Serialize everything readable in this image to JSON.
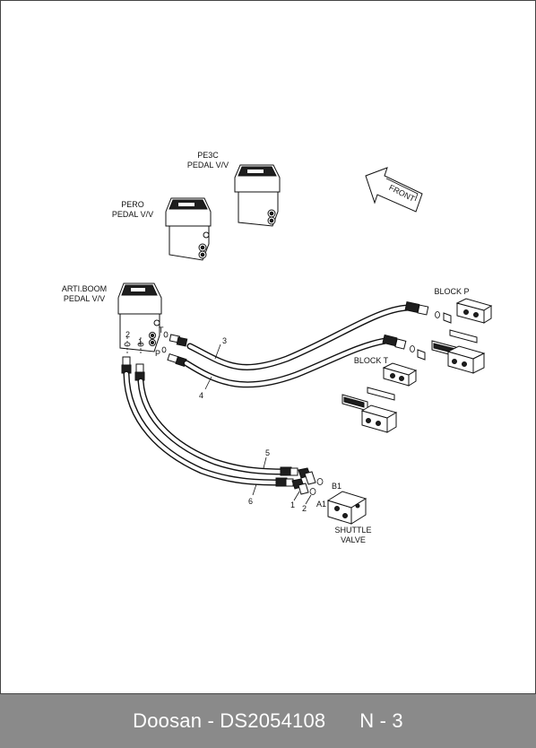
{
  "labels": {
    "pe3c_line1": "PE3C",
    "pe3c_line2": "PEDAL V/V",
    "pero_line1": "PERO",
    "pero_line2": "PEDAL V/V",
    "arti_line1": "ARTI.BOOM",
    "arti_line2": "PEDAL V/V",
    "front": "FRONT",
    "block_p": "BLOCK P",
    "block_t": "BLOCK T",
    "shuttle_line1": "SHUTTLE",
    "shuttle_line2": "VALVE",
    "port_t": "T",
    "port_p": "P",
    "port_b1": "B1",
    "port_a1": "A1"
  },
  "callouts": {
    "c2_valve": "2",
    "c1_valve": "1",
    "c3": "3",
    "c4": "4",
    "c5": "5",
    "c6": "6",
    "c1_lower": "1",
    "c2_lower": "2"
  },
  "footer": {
    "text": "Doosan - DS2054108      N - 3"
  }
}
